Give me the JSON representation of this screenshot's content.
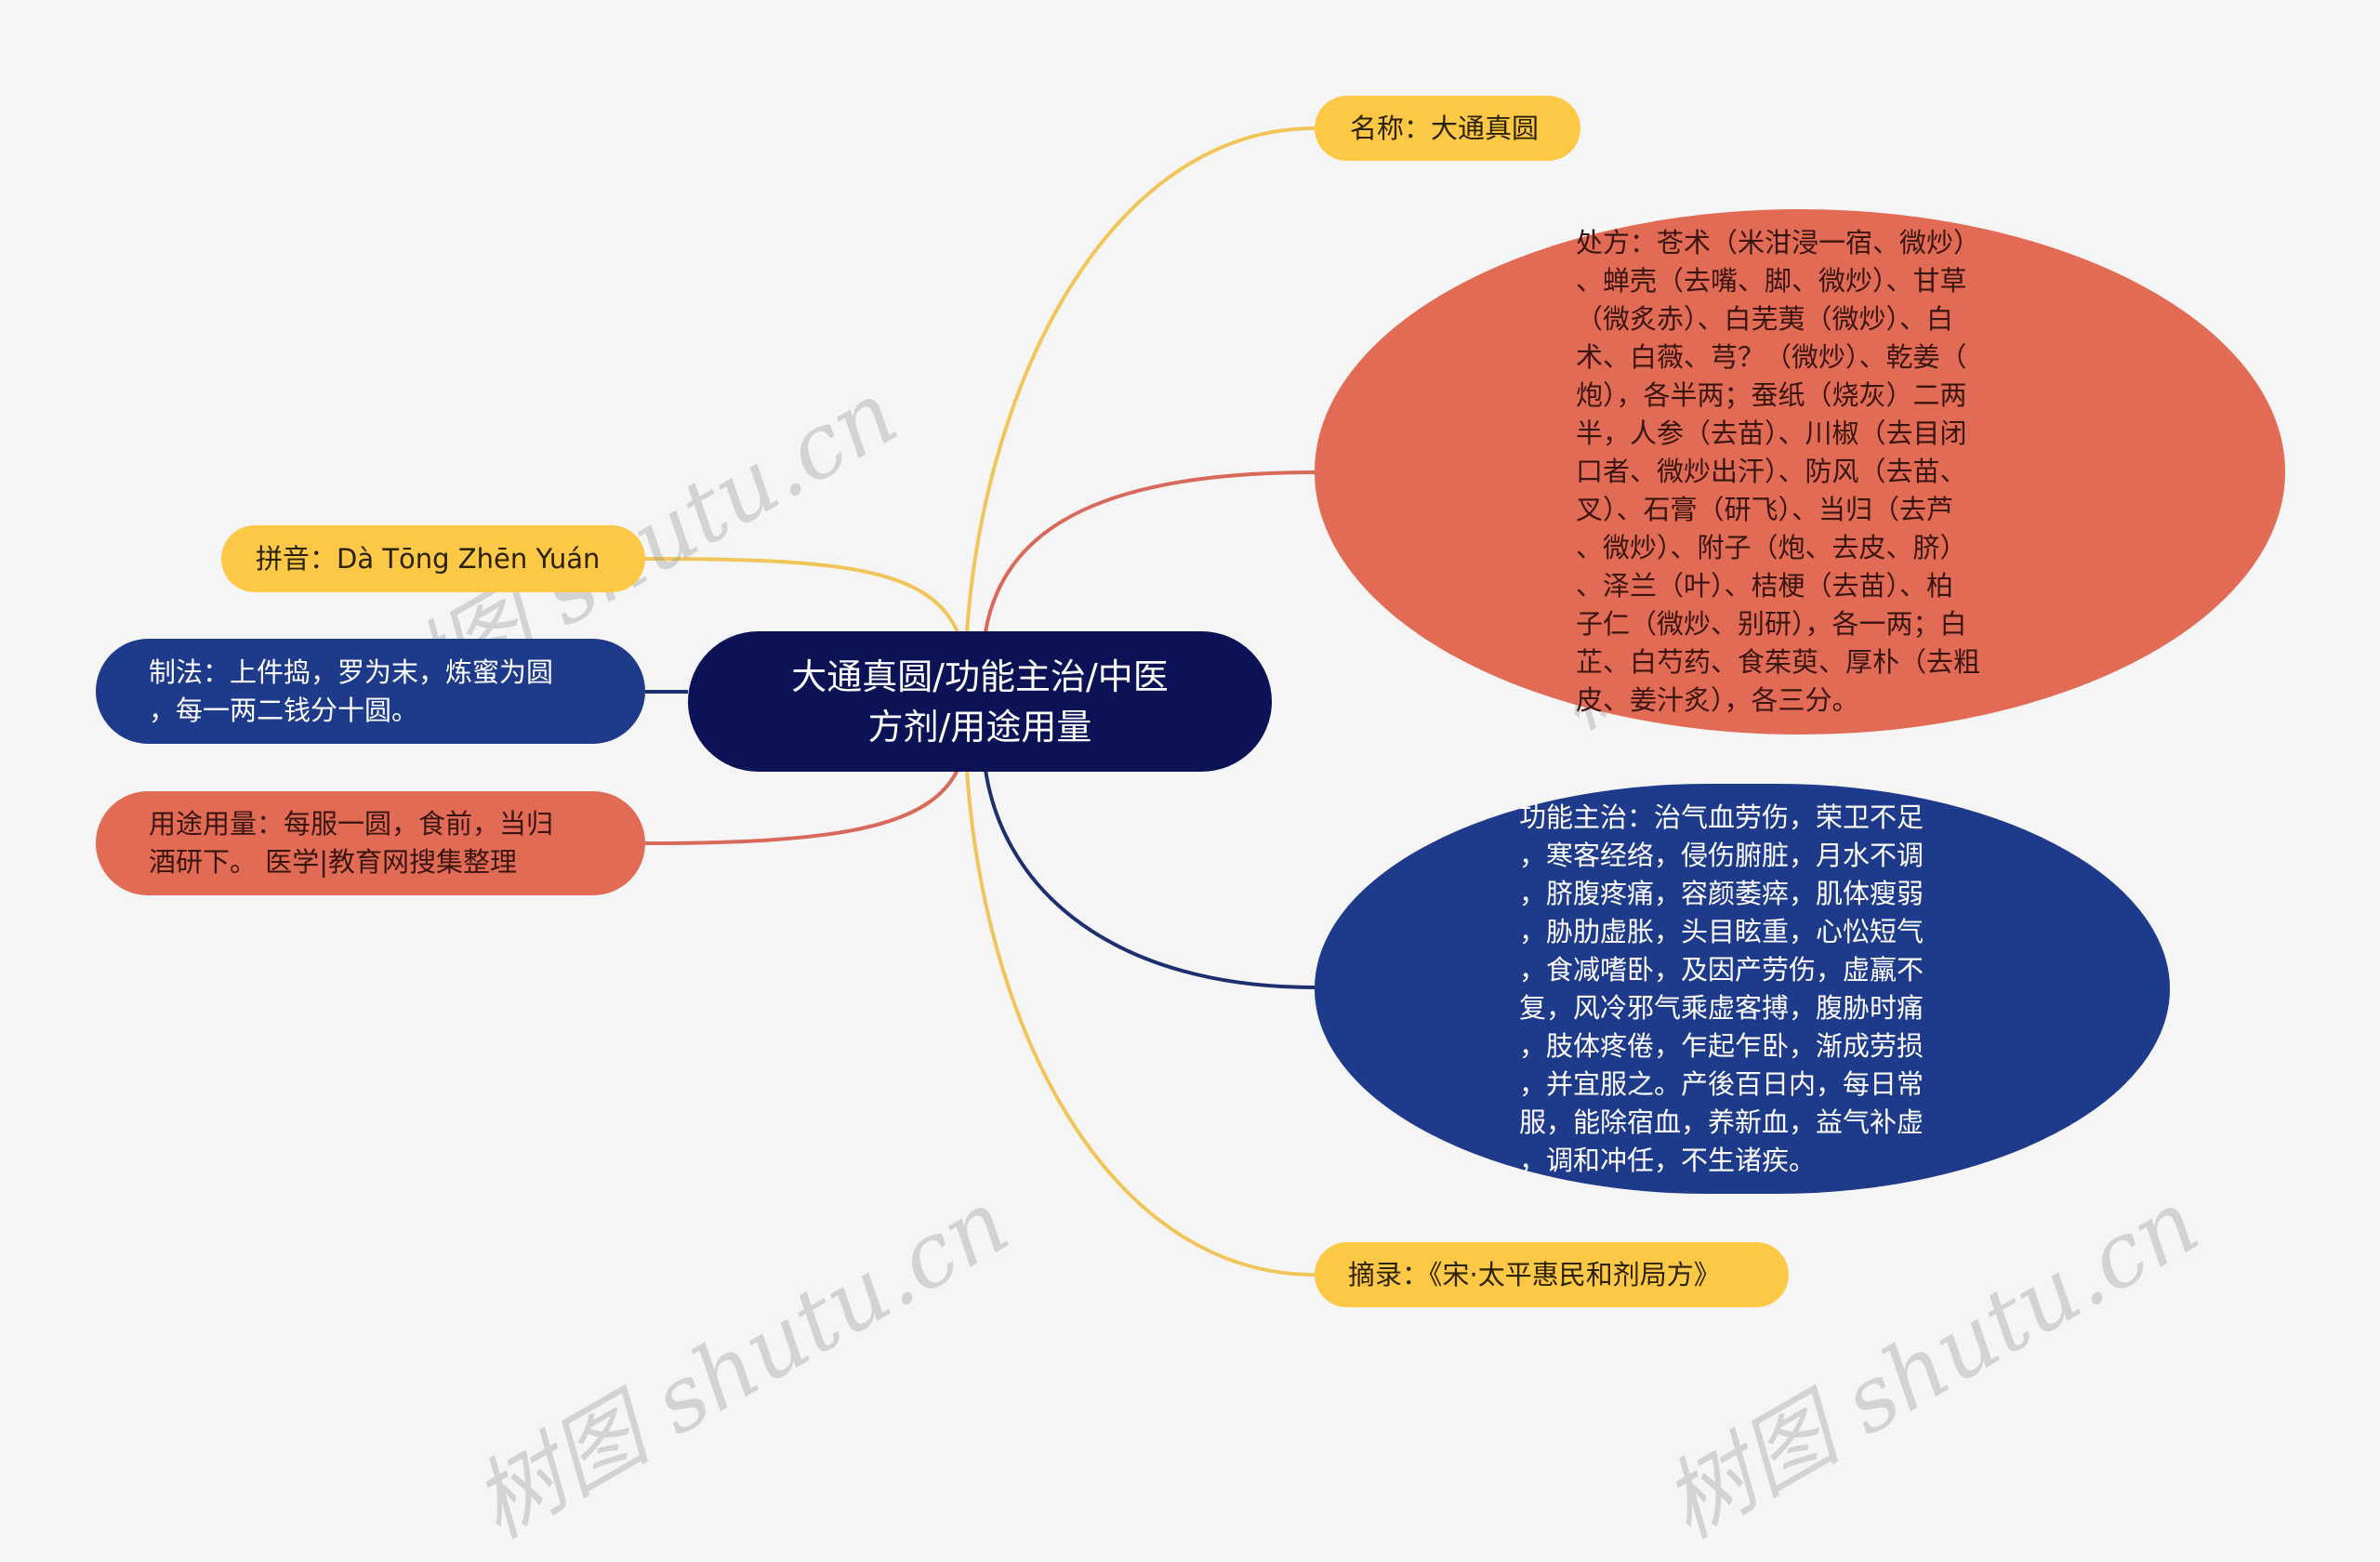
{
  "center": {
    "label": "大通真圆/功能主治/中医\n方剂/用途用量",
    "color": "#0b1256"
  },
  "right": [
    {
      "id": "name",
      "label": "名称：大通真圆",
      "color": "#fcc845"
    },
    {
      "id": "prescription",
      "label": "处方：苍术（米泔浸一宿、微炒）\n、蝉壳（去嘴、脚、微炒）、甘草\n（微炙赤）、白芜荑（微炒）、白\n术、白薇、芎？（微炒）、乾姜（\n炮），各半两；蚕纸（烧灰）二两\n半，人参（去苗）、川椒（去目闭\n口者、微炒出汗）、防风（去苗、\n叉）、石膏（研飞）、当归（去芦\n、微炒）、附子（炮、去皮、脐）\n、泽兰（叶）、桔梗（去苗）、柏\n子仁（微炒、别研），各一两；白\n芷、白芍药、食茱萸、厚朴（去粗\n皮、姜汁炙），各三分。",
      "color": "#e26b55"
    },
    {
      "id": "function",
      "label": "功能主治：治气血劳伤，荣卫不足\n，寒客经络，侵伤腑脏，月水不调\n，脐腹疼痛，容颜萎瘁，肌体瘦弱\n，胁肋虚胀，头目眩重，心忪短气\n，食减嗜卧，及因产劳伤，虚羸不\n复，风冷邪气乘虚客搏，腹胁时痛\n，肢体疼倦，乍起乍卧，渐成劳损\n，并宜服之。产後百日内，每日常\n服，能除宿血，养新血，益气补虚\n，调和冲任，不生诸疾。",
      "color": "#1e3a8a"
    },
    {
      "id": "source",
      "label": "摘录：《宋·太平惠民和剂局方》",
      "color": "#fcc845"
    }
  ],
  "left": [
    {
      "id": "pinyin",
      "label": "拼音：Dà Tōng Zhēn Yuán",
      "color": "#fcc845"
    },
    {
      "id": "method",
      "label": "制法：上件捣，罗为末，炼蜜为圆\n，每一两二钱分十圆。",
      "color": "#1e3a8a"
    },
    {
      "id": "usage",
      "label": "用途用量：每服一圆，食前，当归\n酒研下。 医学|教育网搜集整理",
      "color": "#e26b55"
    }
  ],
  "watermark": "树图 shutu.cn"
}
